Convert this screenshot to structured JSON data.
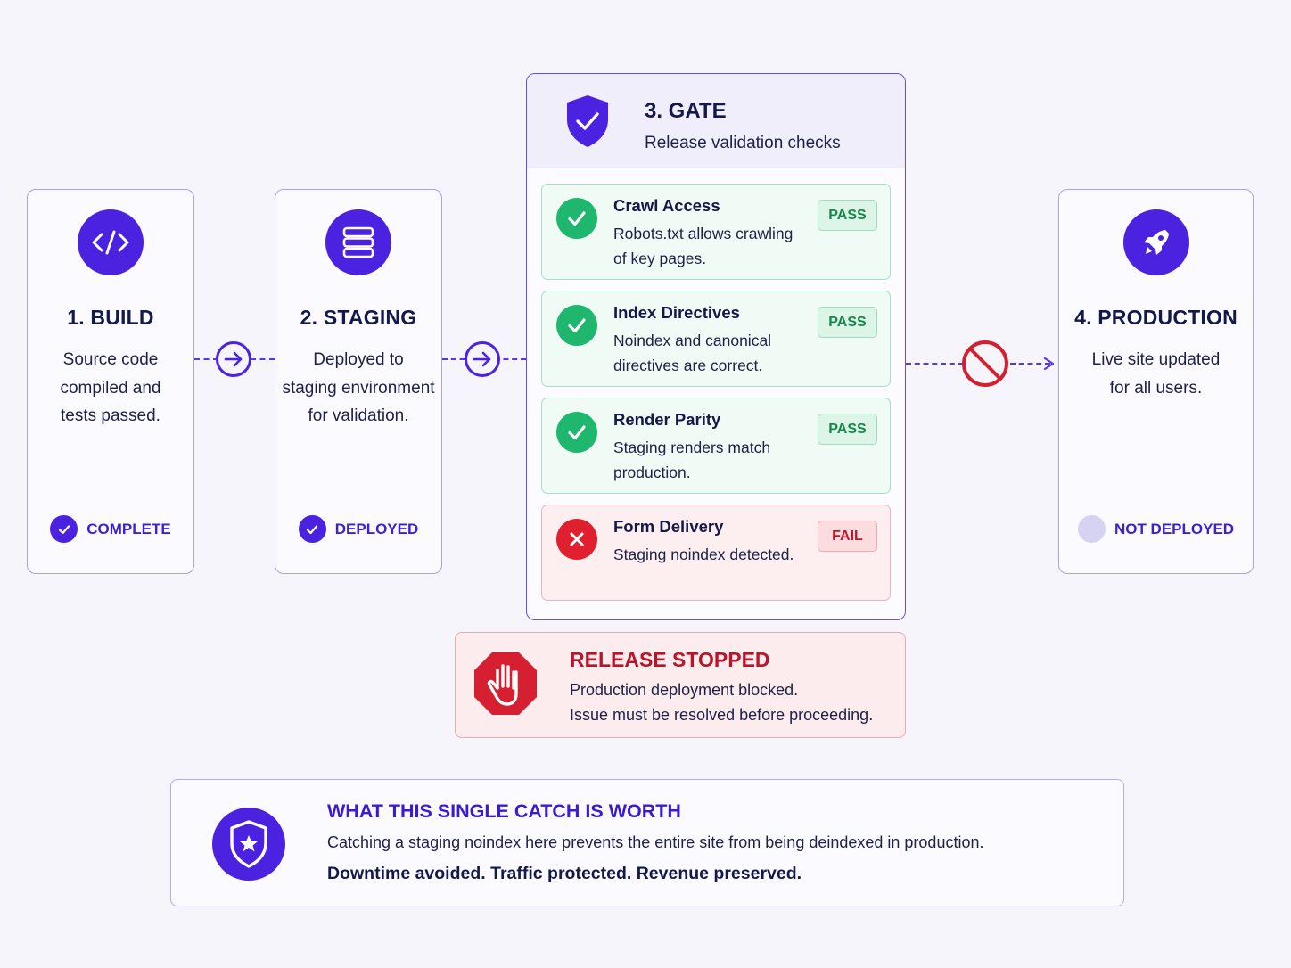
{
  "colors": {
    "accent": "#4a22e0",
    "pass": "#1fb66e",
    "fail": "#e0202f",
    "background": "#f6f5fb"
  },
  "stages": [
    {
      "title": "1. BUILD",
      "desc": [
        "Source code",
        "compiled and",
        "tests passed."
      ],
      "status": "COMPLETE",
      "icon": "code-icon"
    },
    {
      "title": "2. STAGING",
      "desc": [
        "Deployed to",
        "staging environment",
        "for validation."
      ],
      "status": "DEPLOYED",
      "icon": "server-stack-icon"
    },
    {
      "title": "4. PRODUCTION",
      "desc": [
        "Live site updated",
        "for all users."
      ],
      "status": "NOT DEPLOYED",
      "icon": "rocket-icon"
    }
  ],
  "gate": {
    "title": "3. GATE",
    "subtitle": "Release validation checks",
    "checks": [
      {
        "title": "Crawl Access",
        "desc": "Robots.txt allows crawling of key pages.",
        "badge": "PASS",
        "result": "pass"
      },
      {
        "title": "Index Directives",
        "desc": "Noindex and canonical directives are correct.",
        "badge": "PASS",
        "result": "pass"
      },
      {
        "title": "Render Parity",
        "desc": "Staging renders match production.",
        "badge": "PASS",
        "result": "pass"
      },
      {
        "title": "Form Delivery",
        "desc": "Staging noindex detected.",
        "badge": "FAIL",
        "result": "fail"
      }
    ]
  },
  "release": {
    "title": "RELEASE STOPPED",
    "line1": "Production deployment blocked.",
    "line2": "Issue must be resolved before proceeding."
  },
  "worth": {
    "title": "WHAT THIS SINGLE CATCH IS WORTH",
    "line1": "Catching a staging noindex here prevents the entire site from being deindexed in production.",
    "line2": "Downtime avoided. Traffic protected. Revenue preserved."
  }
}
